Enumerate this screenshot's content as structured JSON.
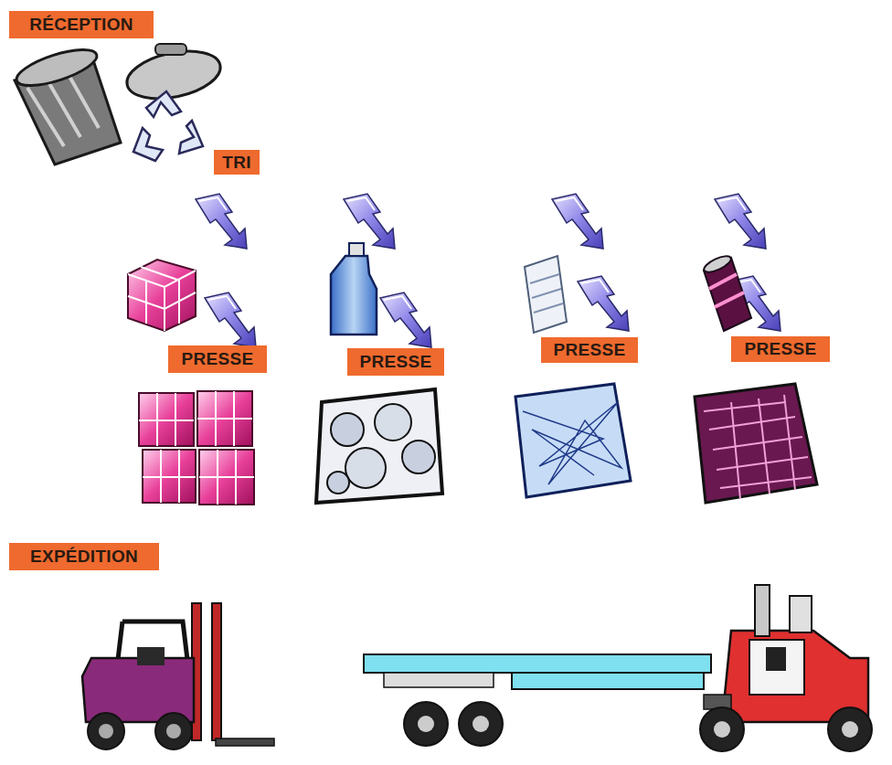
{
  "diagram": {
    "nodes": [
      {
        "text": [
          "RÉCEPTION"
        ]
      },
      {
        "text": [
          "TRI"
        ]
      },
      {
        "text": [
          "PRESSE"
        ]
      },
      {
        "text": [
          "PRESSE"
        ]
      },
      {
        "text": [
          "PRESSE"
        ]
      },
      {
        "text": [
          "PRESSE"
        ]
      },
      {
        "text": [
          "EXPÉDITION"
        ]
      }
    ]
  }
}
